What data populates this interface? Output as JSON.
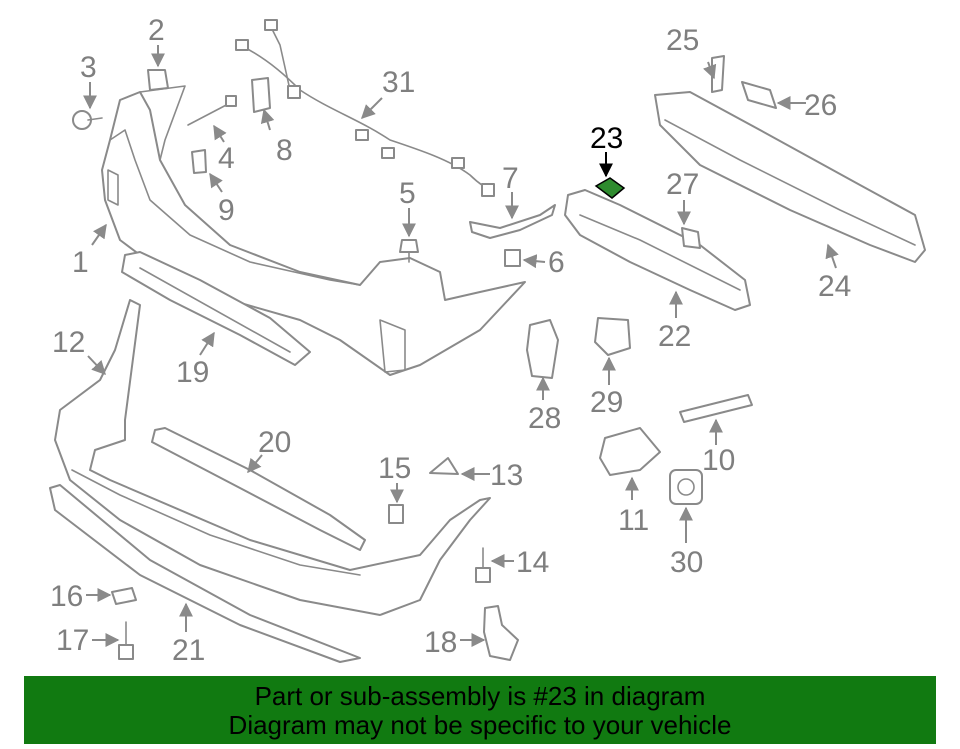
{
  "callouts": [
    "1",
    "2",
    "3",
    "4",
    "5",
    "6",
    "7",
    "8",
    "9",
    "10",
    "11",
    "12",
    "13",
    "14",
    "15",
    "16",
    "17",
    "18",
    "19",
    "20",
    "21",
    "22",
    "23",
    "24",
    "25",
    "26",
    "27",
    "28",
    "29",
    "30",
    "31"
  ],
  "highlighted_part": "23",
  "colors": {
    "highlight": "#2e8b2e",
    "banner": "#117a11",
    "line": "#8a8a8a"
  },
  "banner": {
    "line1": "Part or sub-assembly is #23 in diagram",
    "line2": "Diagram may not be specific to your vehicle"
  }
}
